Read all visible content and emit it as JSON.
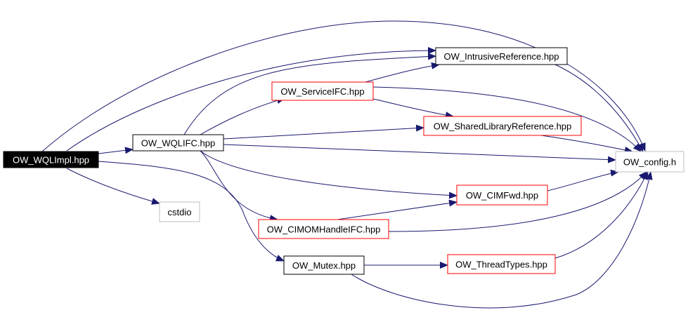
{
  "colors": {
    "edge": "#191970",
    "border_default": "#000000",
    "border_external": "#bfbfbf",
    "border_undocumented": "#ff0000",
    "root_fill": "#000000",
    "root_text": "#ffffff",
    "text": "#000000"
  },
  "nodes": [
    {
      "id": "wqlimpl",
      "label": "OW_WQLImpl.hpp",
      "kind": "root"
    },
    {
      "id": "wqlifc",
      "label": "OW_WQLIFC.hpp",
      "kind": "default"
    },
    {
      "id": "cstdio",
      "label": "cstdio",
      "kind": "external"
    },
    {
      "id": "intrusive",
      "label": "OW_IntrusiveReference.hpp",
      "kind": "default"
    },
    {
      "id": "serviceifc",
      "label": "OW_ServiceIFC.hpp",
      "kind": "undocumented"
    },
    {
      "id": "sharedlib",
      "label": "OW_SharedLibraryReference.hpp",
      "kind": "undocumented"
    },
    {
      "id": "config",
      "label": "OW_config.h",
      "kind": "external"
    },
    {
      "id": "cimfwd",
      "label": "OW_CIMFwd.hpp",
      "kind": "undocumented"
    },
    {
      "id": "cimomhandle",
      "label": "OW_CIMOMHandleIFC.hpp",
      "kind": "undocumented"
    },
    {
      "id": "mutex",
      "label": "OW_Mutex.hpp",
      "kind": "default"
    },
    {
      "id": "threadtypes",
      "label": "OW_ThreadTypes.hpp",
      "kind": "undocumented"
    }
  ],
  "edges": [
    {
      "from": "wqlimpl",
      "to": "wqlifc"
    },
    {
      "from": "wqlimpl",
      "to": "cstdio"
    },
    {
      "from": "wqlimpl",
      "to": "intrusive"
    },
    {
      "from": "wqlimpl",
      "to": "config"
    },
    {
      "from": "wqlimpl",
      "to": "mutex"
    },
    {
      "from": "wqlifc",
      "to": "intrusive"
    },
    {
      "from": "wqlifc",
      "to": "serviceifc"
    },
    {
      "from": "wqlifc",
      "to": "sharedlib"
    },
    {
      "from": "wqlifc",
      "to": "config"
    },
    {
      "from": "wqlifc",
      "to": "cimfwd"
    },
    {
      "from": "wqlifc",
      "to": "cimomhandle"
    },
    {
      "from": "serviceifc",
      "to": "intrusive"
    },
    {
      "from": "serviceifc",
      "to": "sharedlib"
    },
    {
      "from": "serviceifc",
      "to": "config"
    },
    {
      "from": "intrusive",
      "to": "config"
    },
    {
      "from": "sharedlib",
      "to": "config"
    },
    {
      "from": "cimfwd",
      "to": "config"
    },
    {
      "from": "cimomhandle",
      "to": "cimfwd"
    },
    {
      "from": "cimomhandle",
      "to": "config"
    },
    {
      "from": "mutex",
      "to": "threadtypes"
    },
    {
      "from": "mutex",
      "to": "config"
    },
    {
      "from": "threadtypes",
      "to": "config"
    }
  ]
}
